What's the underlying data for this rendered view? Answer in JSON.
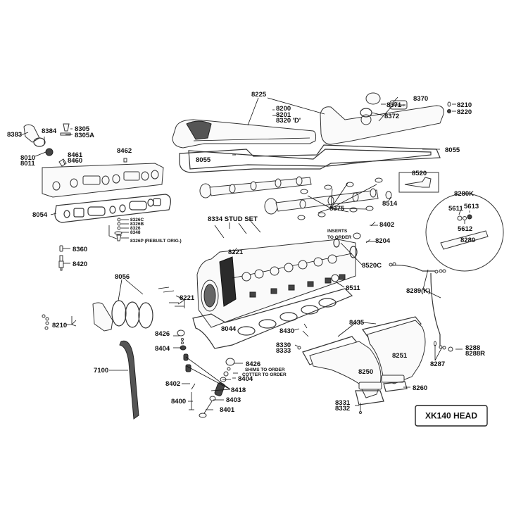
{
  "title": "XK140 HEAD",
  "parts": {
    "p8383": "8383",
    "p8384": "8384",
    "p8305": "8305",
    "p8305A": "8305A",
    "p8010": "8010",
    "p8011": "8011",
    "p8461": "8461",
    "p8460": "8460",
    "p8462": "8462",
    "p8054": "8054",
    "small_8326C": "8326C",
    "small_8326B": "8326B",
    "small_8326": "8326",
    "small_8348": "8348",
    "small_8326P": "8326P (REBUILT ORIG.)",
    "p8360": "8360",
    "p8420": "8420",
    "p8056": "8056",
    "p8210_left": "8210",
    "p7100": "7100",
    "p8221_a": "8221",
    "p8221_b": "8221",
    "p8334": "8334 STUD SET",
    "p8225": "8225",
    "p8200": "8200",
    "p8201": "8201",
    "p8320": "8320 'D'",
    "p8055_a": "8055",
    "p8055_b": "8055",
    "p8371": "8371",
    "p8370": "8370",
    "p8372": "8372",
    "p8210_right": "8210",
    "p8220": "8220",
    "p8520": "8520",
    "p8514": "8514",
    "p8375": "8375",
    "p8280K": "8280K",
    "p5611": "5611",
    "p5613": "5613",
    "p5612": "5612",
    "p8280": "8280",
    "p8402_top": "8402",
    "inserts": "INSERTS",
    "to_order": "TO ORDER",
    "p8204": "8204",
    "p8520C": "8520C",
    "p8511": "8511",
    "p8289K": "8289(K)",
    "p8044": "8044",
    "p8426_a": "8426",
    "p8404_a": "8404",
    "p8426_b": "8426",
    "shims": "SHIMS TO ORDER",
    "cotter": "COTTER TO ORDER",
    "p8404_b": "8404",
    "p8402_low": "8402",
    "p8418": "8418",
    "p8400": "8400",
    "p8403": "8403",
    "p8401": "8401",
    "p8430": "8430",
    "p8330": "8330",
    "p8333": "8333",
    "p8435": "8435",
    "p8251": "8251",
    "p8250": "8250",
    "p8260": "8260",
    "p8331": "8331",
    "p8332": "8332",
    "p8288": "8288",
    "p8288R": "8288R",
    "p8287": "8287"
  }
}
